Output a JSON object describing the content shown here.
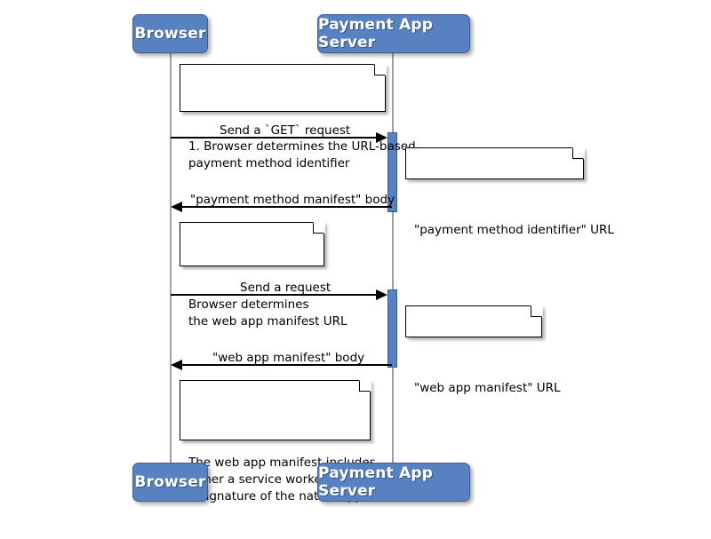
{
  "diagram": {
    "type": "sequence-diagram",
    "background_color": "#ffffff",
    "participant_color": "#5781c0",
    "participant_border_color": "#3a5f95",
    "participant_text_color": "#ffffff",
    "note_background_color": "#ffffff",
    "note_border_color": "#000000",
    "lifeline_color": "#a0a0a0",
    "arrow_color": "#000000"
  },
  "participants": [
    {
      "id": "browser",
      "label": "Browser"
    },
    {
      "id": "server",
      "label": "Payment App Server"
    }
  ],
  "participants_bottom": [
    {
      "id": "browser-bottom",
      "label": "Browser"
    },
    {
      "id": "server-bottom",
      "label": "Payment App Server"
    }
  ],
  "notes": [
    {
      "id": "note-1",
      "text": "1. Browser determines the URL-based\npayment method identifier",
      "anchor": "over-browser"
    },
    {
      "id": "note-2",
      "text": "\"payment method identifier\" URL",
      "anchor": "right-of-server"
    },
    {
      "id": "note-3",
      "text": "Browser determines\nthe web app manifest URL",
      "anchor": "over-browser"
    },
    {
      "id": "note-4",
      "text": "\"web app manifest\" URL",
      "anchor": "right-of-server"
    },
    {
      "id": "note-5",
      "text": "The web app manifest includes\neither a service worker location or\na signature of the native app.",
      "anchor": "over-browser"
    }
  ],
  "messages": [
    {
      "id": "msg-1",
      "label": "Send a `GET` request",
      "from": "browser",
      "to": "server",
      "direction": "right"
    },
    {
      "id": "msg-2",
      "label": "\"payment method manifest\" body",
      "from": "server",
      "to": "browser",
      "direction": "left"
    },
    {
      "id": "msg-3",
      "label": "Send a request",
      "from": "browser",
      "to": "server",
      "direction": "right"
    },
    {
      "id": "msg-4",
      "label": "\"web app manifest\" body",
      "from": "server",
      "to": "browser",
      "direction": "left"
    }
  ],
  "activations": [
    {
      "id": "activation-1",
      "participant": "server"
    },
    {
      "id": "activation-2",
      "participant": "server"
    }
  ]
}
